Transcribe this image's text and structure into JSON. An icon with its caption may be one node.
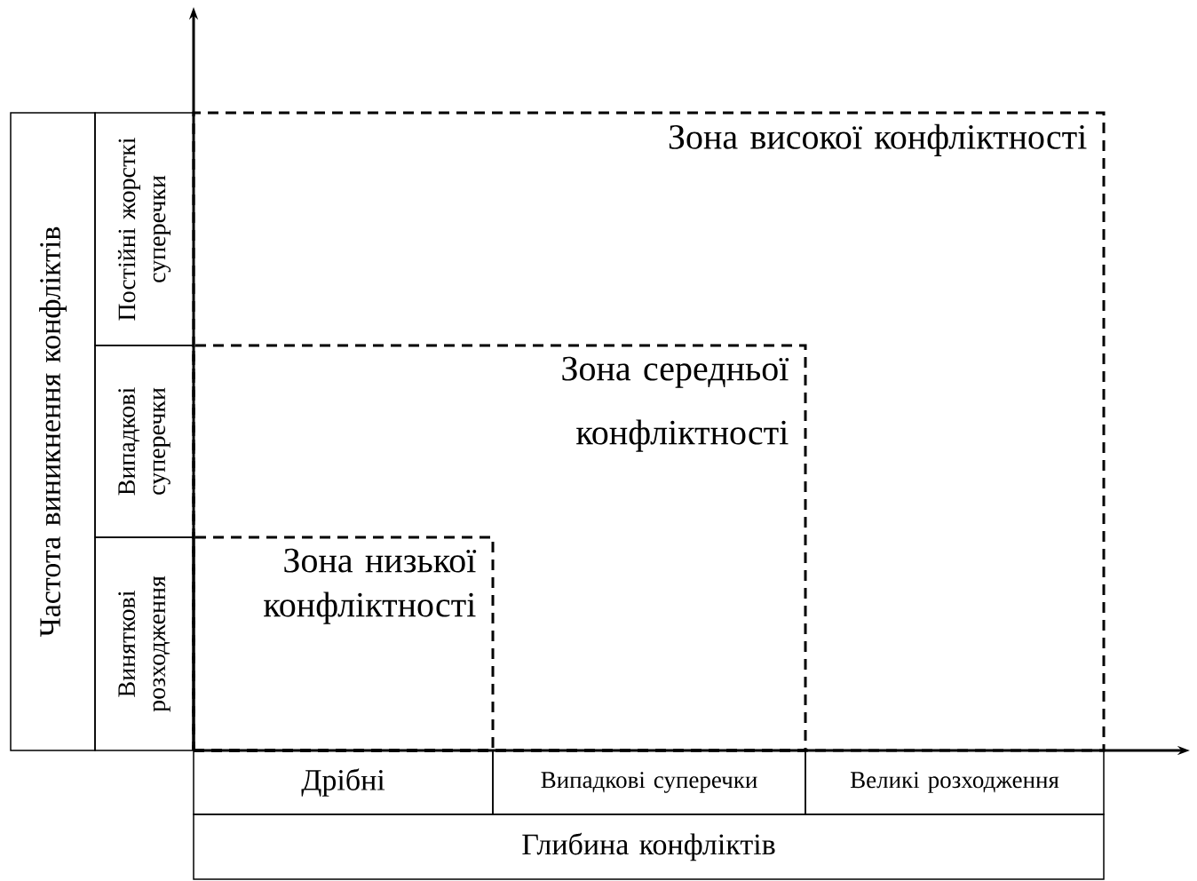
{
  "diagram": {
    "nodes": [
      {
        "text": [
          "Частота виникнення конфліктів"
        ]
      },
      {
        "text": [
          "Постійні жорсткі суперечки"
        ]
      },
      {
        "text": [
          "Випадкові суперечки"
        ]
      },
      {
        "text": [
          "Виняткові розходження"
        ]
      },
      {
        "text": [
          "Зона високої конфліктності"
        ]
      },
      {
        "text": [
          "Зона середньої конфліктності"
        ],
        "in": 4
      },
      {
        "text": [
          "Зона низької конфліктності"
        ],
        "in": 5
      },
      {
        "text": [
          "Дрібні"
        ]
      },
      {
        "text": [
          "Випадкові суперечки"
        ]
      },
      {
        "text": [
          "Великі розходження"
        ]
      },
      {
        "text": [
          "Глибина конфліктів"
        ]
      }
    ]
  }
}
